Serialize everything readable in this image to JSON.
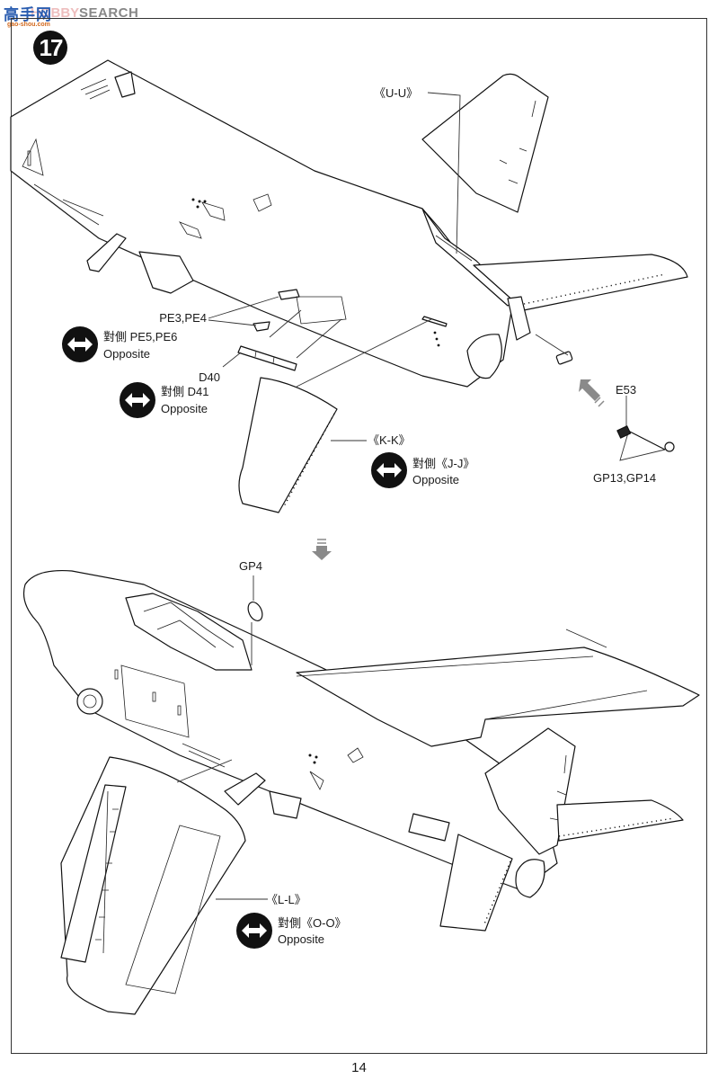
{
  "watermark": {
    "brand": "高手网",
    "hobby": "HOBBY",
    "search": "SEARCH",
    "url": "gao-shou.com"
  },
  "step": {
    "number": "17"
  },
  "callouts": {
    "u_u": "《U-U》",
    "pe3_pe4": "PE3,PE4",
    "pe_opposite": "對側 PE5,PE6",
    "pe_opposite_en": "Opposite",
    "d40": "D40",
    "d_opposite": "對側 D41",
    "d_opposite_en": "Opposite",
    "k_k": "《K-K》",
    "jj_opposite": "對側《J-J》",
    "jj_opposite_en": "Opposite",
    "e53": "E53",
    "gp13_gp14": "GP13,GP14",
    "gp4": "GP4",
    "l_l": "《L-L》",
    "oo_opposite": "對側《O-O》",
    "oo_opposite_en": "Opposite"
  },
  "icons": {
    "opposite": "double-arrow-opposite-icon",
    "view_arrow": "view-direction-arrow-icon",
    "next_step_arrow": "down-arrow-icon"
  },
  "footer": {
    "page_number": "14"
  },
  "colors": {
    "ink": "#111111",
    "frame": "#333333",
    "arrow_gray": "#8a8a8a",
    "watermark_blue": "#2a5db0"
  }
}
